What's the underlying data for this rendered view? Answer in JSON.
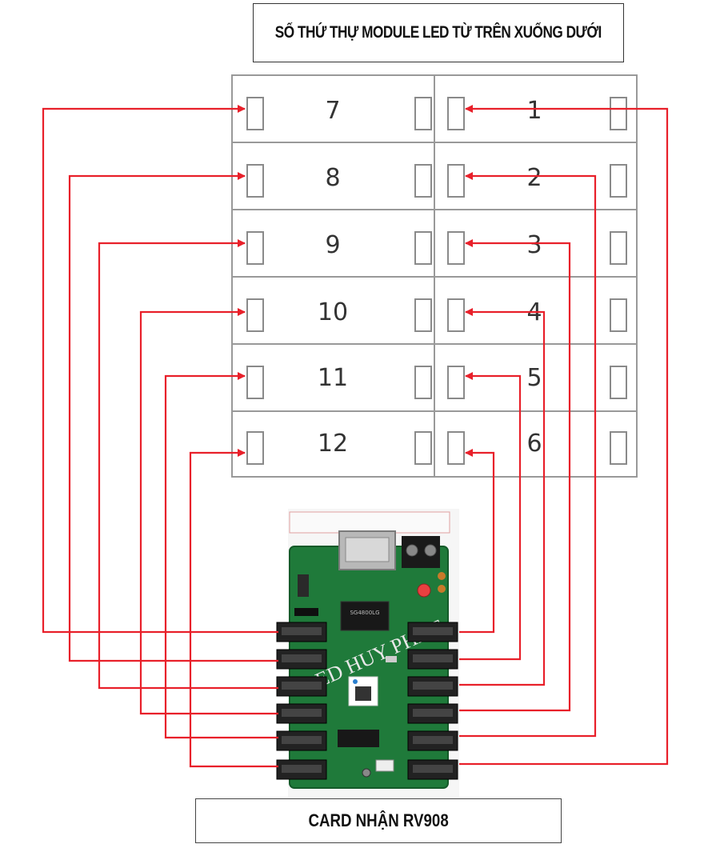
{
  "title": "SỐ THỨ THỰ MODULE LED TỪ TRÊN XUỐNG DƯỚI",
  "card_label": "CARD NHẬN RV908",
  "watermark": "LED HUY PHÁT",
  "modules": {
    "left_column": [
      "7",
      "8",
      "9",
      "10",
      "11",
      "12"
    ],
    "right_column": [
      "1",
      "2",
      "3",
      "4",
      "5",
      "6"
    ]
  },
  "chip_label": "SG4800LG",
  "colors": {
    "wire": "#e8202a",
    "board": "#1f7a3a",
    "connector": "#222222",
    "module_border": "#999999"
  }
}
